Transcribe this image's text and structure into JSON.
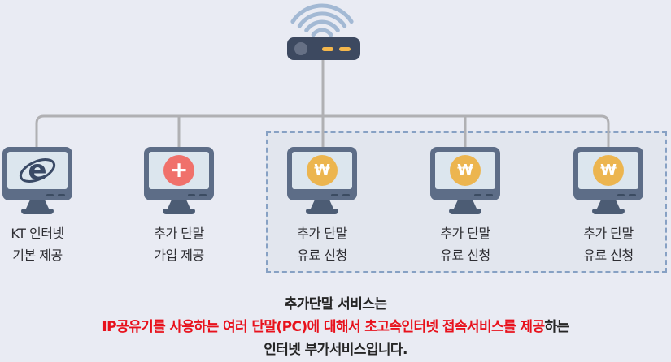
{
  "diagram_title": "KT additional terminal service network diagram",
  "router": {
    "type": "wifi-router",
    "led_count": 2
  },
  "monitors": [
    {
      "id": "kt-internet-basic",
      "icon": "internet-explorer",
      "icon_glyph": "e",
      "label_line1": "KT 인터넷",
      "label_line2": "기본 제공"
    },
    {
      "id": "extra-terminal-signup",
      "icon": "plus-badge",
      "icon_glyph": "+",
      "label_line1": "추가 단말",
      "label_line2": "가입 제공"
    },
    {
      "id": "extra-terminal-paid-1",
      "icon": "won-badge",
      "icon_glyph": "₩",
      "label_line1": "추가 단말",
      "label_line2": "유료 신청"
    },
    {
      "id": "extra-terminal-paid-2",
      "icon": "won-badge",
      "icon_glyph": "₩",
      "label_line1": "추가 단말",
      "label_line2": "유료 신청"
    },
    {
      "id": "extra-terminal-paid-3",
      "icon": "won-badge",
      "icon_glyph": "₩",
      "label_line1": "추가 단말",
      "label_line2": "유료 신청"
    }
  ],
  "highlight_box": {
    "contains": [
      "extra-terminal-paid-1",
      "extra-terminal-paid-2",
      "extra-terminal-paid-3"
    ],
    "style": "dashed"
  },
  "footer": {
    "line1": "추가단말 서비스는",
    "line2_red": "IP공유기를 사용하는 여러 단말(PC)에 대해서 초고속인터넷 접속서비스를 제공",
    "line2_rest": "하는",
    "line3": "인터넷 부가서비스입니다."
  },
  "colors": {
    "background": "#e9ebf3",
    "highlight_box_bg": "#e2e6ee",
    "highlight_box_border": "#87a1c4",
    "connector_line": "#b0b0b3",
    "router_body": "#3d4960",
    "router_knob": "#667085",
    "router_led": "#f5b74c",
    "wifi_arc": "#a3b9d4",
    "monitor_frame": "#5d6d87",
    "monitor_screen": "#dce6ee",
    "monitor_stand": "#4c5c74",
    "plus_badge": "#f0716b",
    "won_badge": "#ecb54f",
    "ie_logo": "#3a4a66",
    "label_text": "#2e2e33",
    "footer_text": "#262626",
    "footer_highlight": "#e8111c"
  }
}
